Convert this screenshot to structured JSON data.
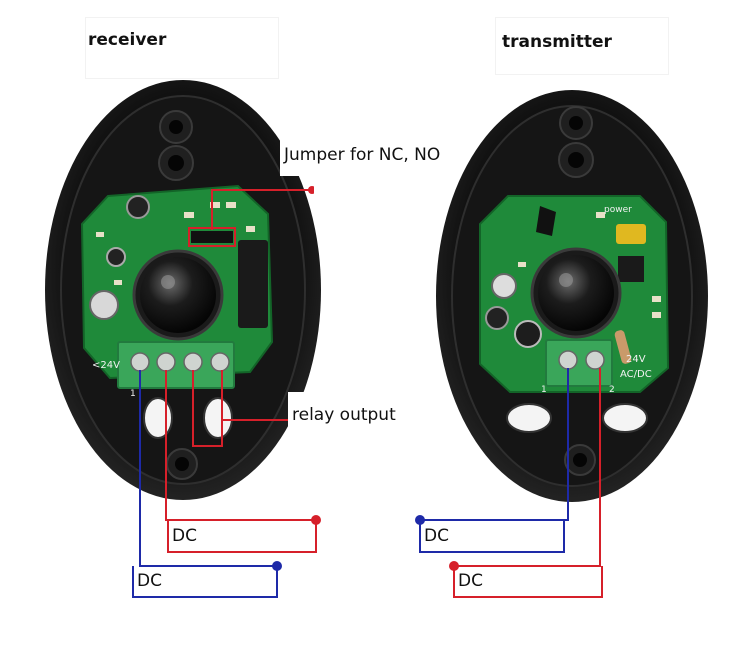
{
  "labels": {
    "receiver": "receiver",
    "transmitter": "transmitter",
    "jumper": "Jumper for NC, NO",
    "relay": "relay output",
    "recv_dc_top": "DC",
    "recv_dc_bottom": "DC",
    "tx_dc_top": "DC",
    "tx_dc_bottom": "DC"
  },
  "board_text": {
    "receiver_voltage": "<24V",
    "transmitter_power": "power",
    "transmitter_voltage": "24V",
    "transmitter_acdc": "AC/DC",
    "terminal_1": "1",
    "terminal_2": "2"
  },
  "colors": {
    "red_wire": "#d6202a",
    "blue_wire": "#1e2aa8",
    "housing": "#0c0c0c",
    "pcb": "#1f8a3a",
    "terminal": "#3aa65a"
  }
}
